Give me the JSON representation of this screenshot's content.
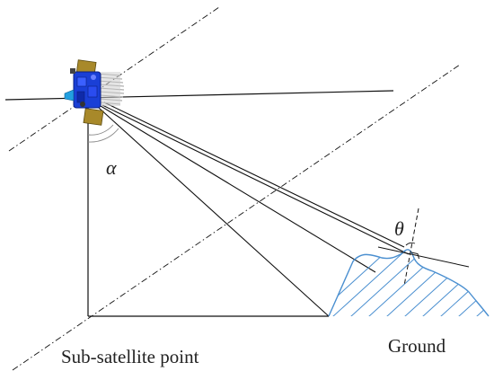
{
  "labels": {
    "alpha": "α",
    "theta": "θ",
    "sub_satellite": "Sub-satellite point",
    "ground": "Ground"
  },
  "colors": {
    "line": "#111111",
    "terrain": "#4a8fd0",
    "satellite_body": "#1a3fd6",
    "solar_panel": "#a8892a",
    "radiator": "#b8b8b8"
  },
  "icons": {
    "satellite": "satellite-icon"
  }
}
